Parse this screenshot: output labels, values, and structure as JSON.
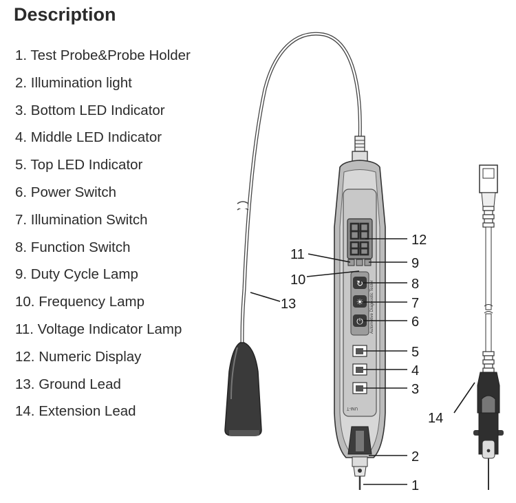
{
  "heading": "Description",
  "items": [
    "1. Test Probe&Probe Holder",
    "2. Illumination light",
    "3. Bottom LED Indicator",
    "4. Middle LED Indicator",
    "5. Top LED Indicator",
    "6. Power Switch",
    "7. Illumination Switch",
    "8. Function Switch",
    "9. Duty Cycle Lamp",
    "10. Frequency Lamp",
    "11. Voltage Indicator Lamp",
    "12. Numeric Display",
    "13. Ground Lead",
    "14. Extension Lead"
  ],
  "callouts": {
    "c1": "1",
    "c2": "2",
    "c3": "3",
    "c4": "4",
    "c5": "5",
    "c6": "6",
    "c7": "7",
    "c8": "8",
    "c9": "9",
    "c10": "10",
    "c11": "11",
    "c12": "12",
    "c13": "13",
    "c14": "14"
  },
  "device": {
    "side_text": "Automotive Diagnostic Tester",
    "brand": "UNI-T"
  }
}
